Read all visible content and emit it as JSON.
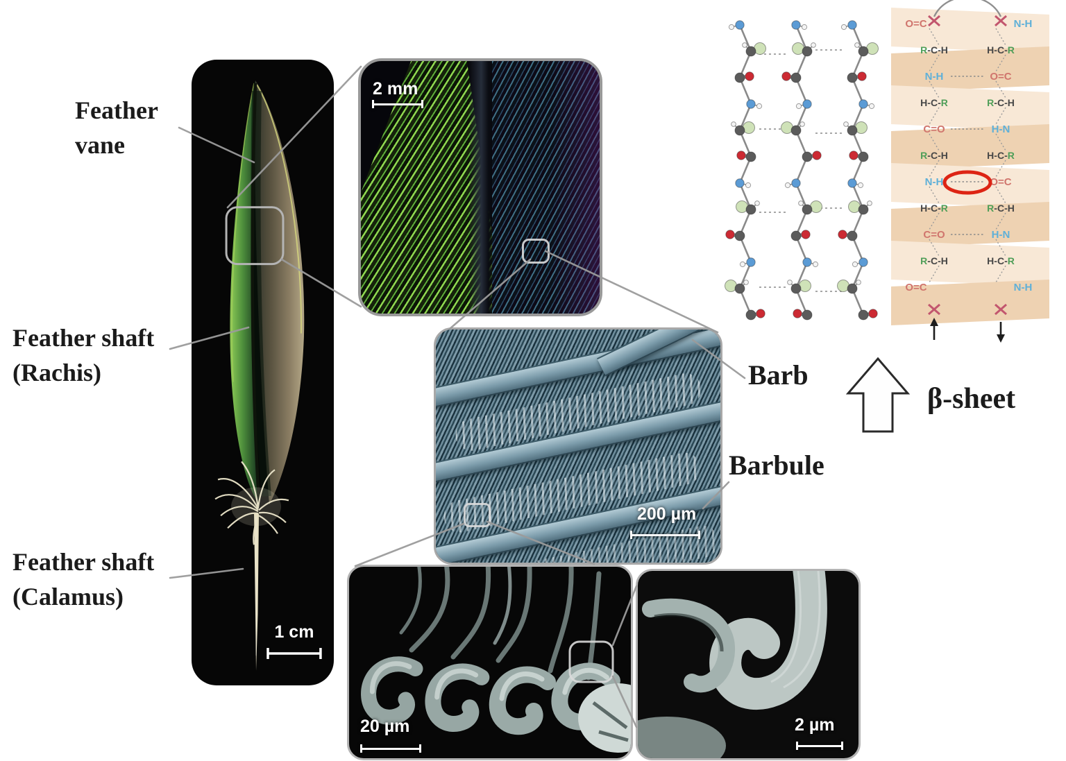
{
  "labels": {
    "vane": {
      "line1": "Feather",
      "line2": "vane"
    },
    "rachis": {
      "line1": "Feather shaft",
      "line2": "(Rachis)"
    },
    "calamus": {
      "line1": "Feather shaft",
      "line2": "(Calamus)"
    },
    "barb": "Barb",
    "barbule": "Barbule",
    "beta_sheet": "β-sheet"
  },
  "scale_bars": {
    "feather_photo": "1 cm",
    "vane_closeup": "2 mm",
    "barb_sem": "200 µm",
    "barbule_hook_sem": "20 µm",
    "hooklet_sem": "2 µm"
  },
  "molecular": {
    "ball_and_stick": {
      "description": "antiparallel beta-sheet ball-and-stick model, three strands with hydrogen bonds",
      "atom_colors": {
        "carbon": "#5b5b5b",
        "nitrogen": "#5b9bd5",
        "oxygen": "#cc2a33",
        "hydrogen": "#f4f4f4",
        "side_chain": "#cfe2b8"
      },
      "strand_count": 3
    },
    "pleated_sheet": {
      "description": "antiparallel beta-sheet pleated schematic with hydrogen bonds and hairpin turn",
      "band_colors": [
        "#f8e8d6",
        "#eed2b2"
      ],
      "symbols": {
        "carbonyl": "C=O",
        "carbonyl_rev": "O=C",
        "amide": "N-H",
        "amide_rev": "H-N",
        "alpha_left": "H-C-R",
        "alpha_right": "R-C-H"
      },
      "symbol_colors": {
        "carbonyl": "#d0756d",
        "amide": "#5fb0d8",
        "side_chain": "#4f9e58",
        "backbone": "#474747"
      },
      "hbond_highlight_color": "#dd2414",
      "chain_break_color": "#c2566e",
      "strand_arrows": {
        "left": "up",
        "right": "down"
      }
    }
  },
  "palette": {
    "background": "#ffffff",
    "photo_panel_background": "#060606",
    "panel_border": "#a8a8a8",
    "leader_line": "#9b9b9b",
    "label_text": "#1b1b1b",
    "scale_text": "#ffffff",
    "feather_green": "#5fae3a",
    "feather_tan": "#8a7d63",
    "sem_blue_gray": "#6f8e9d"
  }
}
